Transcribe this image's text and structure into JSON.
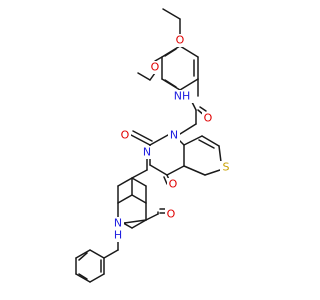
{
  "colors": {
    "bond": "#1a1a1a",
    "carbon": "#1a1a1a",
    "oxygen": "#e00000",
    "nitrogen": "#2020e0",
    "sulfur": "#c8a000"
  },
  "atom_labels": {
    "methoxy_o_top": "O",
    "methoxy_o_left": "O",
    "amide_n_top": "NH",
    "amide_o_top": "O",
    "ring_n1": "N",
    "ring_o2": "O",
    "ring_n3": "N",
    "thiophene_s": "S",
    "ring_o4": "O",
    "amide_o_bottom": "O",
    "amide_n_bottom": "N",
    "amide_h_bottom": "H"
  }
}
